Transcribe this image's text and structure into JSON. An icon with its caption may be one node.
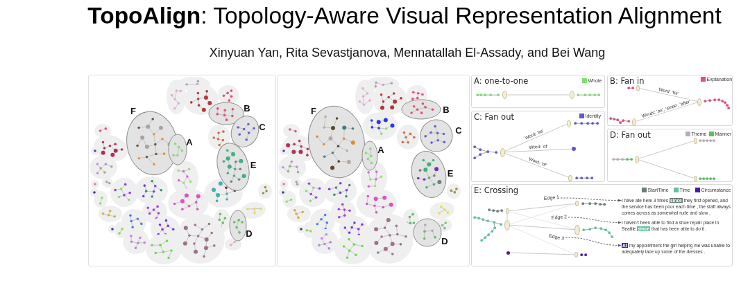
{
  "diagram": {
    "title": "**TopoAlign**: Topology-Aware Visual Representation Alignment",
    "nodes": [
      {
        "text": [
          "A: one-to-one"
        ]
      },
      {
        "text": [],
        "shape": "ellipse",
        "in": 0
      },
      {
        "text": [],
        "shape": "ellipse",
        "in": 0
      },
      {
        "text": [
          "B: Fan in"
        ]
      },
      {
        "text": [],
        "shape": "ellipse",
        "in": 3
      },
      {
        "text": [],
        "shape": "ellipse",
        "in": 3
      },
      {
        "text": [],
        "shape": "ellipse",
        "in": 3
      },
      {
        "text": [
          "C: Fan out"
        ]
      },
      {
        "text": [],
        "shape": "ellipse",
        "in": 7
      },
      {
        "text": [],
        "shape": "ellipse",
        "in": 7
      },
      {
        "text": [],
        "shape": "circle",
        "in": 7
      },
      {
        "text": [],
        "shape": "ellipse",
        "in": 7
      },
      {
        "text": [
          "D: Fan out"
        ]
      },
      {
        "text": [],
        "shape": "ellipse",
        "in": 12
      },
      {
        "text": [],
        "shape": "ellipse",
        "in": 12
      },
      {
        "text": [],
        "shape": "ellipse",
        "in": 12
      },
      {
        "text": [
          "E: Crossing"
        ]
      },
      {
        "text": [],
        "shape": "ellipse",
        "in": 16
      },
      {
        "text": [],
        "shape": "ellipse",
        "in": 16
      },
      {
        "text": [],
        "shape": "ellipse",
        "in": 16
      },
      {
        "text": [],
        "shape": "ellipse",
        "in": 16
      },
      {
        "text": [],
        "shape": "circle",
        "in": 16
      },
      {
        "text": [],
        "shape": "ellipse",
        "in": 16
      },
      {
        "text": [
          "Edge 1"
        ],
        "in": 16
      },
      {
        "text": [
          "Edge 2"
        ],
        "in": 16
      },
      {
        "text": [
          "Edge 3"
        ],
        "in": 16
      },
      {
        "text": [
          "I have ate here 3 times **since** they first opened, and the service has been poor each time , the staff always comes across as somewhat rude and slow ."
        ],
        "in": 16
      },
      {
        "text": [
          "I haven't been able to find a shoe repair place in Seattle **since** that has been able to do it ."
        ],
        "in": 16
      },
      {
        "text": [
          "**At** my appointment the girl helping me was unable to adequately lace up some of the dresses ."
        ],
        "in": 16
      }
    ],
    "edges": [
      {
        "from": 1,
        "to": 2,
        "arrow": "none"
      },
      {
        "from": 4,
        "to": 6,
        "arrow": "none",
        "label": "Word: 'for'"
      },
      {
        "from": 5,
        "to": 6,
        "arrow": "none",
        "label": "Words: 'as', 'since', 'after'"
      },
      {
        "from": 8,
        "to": 9,
        "arrow": "none",
        "label": "Word: 'as'"
      },
      {
        "from": 8,
        "to": 10,
        "arrow": "none",
        "label": "Word: 'of'"
      },
      {
        "from": 8,
        "to": 11,
        "arrow": "none",
        "label": "Word: 'of'"
      },
      {
        "from": 13,
        "to": 14,
        "arrow": "none"
      },
      {
        "from": 13,
        "to": 15,
        "arrow": "none"
      },
      {
        "from": 17,
        "to": 18,
        "arrow": "none"
      },
      {
        "from": 17,
        "to": 19,
        "arrow": "none"
      },
      {
        "from": 17,
        "to": 20,
        "arrow": "none",
        "color": "#e4e4e4"
      },
      {
        "from": 18,
        "to": 19,
        "arrow": "none",
        "color": "#e4e4e4"
      },
      {
        "from": 18,
        "to": 20,
        "arrow": "none"
      },
      {
        "from": 18,
        "to": 22,
        "arrow": "none",
        "color": "#e4e4e4"
      },
      {
        "from": 21,
        "to": 22,
        "arrow": "none"
      },
      {
        "from": 23,
        "to": 26,
        "arrow": "to",
        "style": "dashed",
        "color": "#555555"
      },
      {
        "from": 24,
        "to": 27,
        "arrow": "to",
        "style": "dashed",
        "color": "#555555"
      },
      {
        "from": 25,
        "to": 28,
        "arrow": "to",
        "style": "dashed",
        "color": "#555555"
      }
    ],
    "labels": [
      "Xinyuan Yan, Rita Sevastjanova, Mennatallah El-Assady, and Bei Wang",
      "B",
      "F",
      "C",
      "A",
      "E",
      "D",
      "B",
      "F",
      "C",
      "A",
      "E",
      "D"
    ],
    "legend": [
      {
        "text": "Whole",
        "color": "#7ee070"
      },
      {
        "text": "Explanation",
        "color": "#e0507a"
      },
      {
        "text": "Identity",
        "color": "#5b5bcf"
      },
      {
        "text": "Theme",
        "color": "#bfaab8"
      },
      {
        "text": "Manner",
        "color": "#5cbf5c"
      },
      {
        "text": "StartTime",
        "color": "#6b7f77"
      },
      {
        "text": "Time",
        "color": "#5ec49a"
      },
      {
        "text": "Circumstance",
        "color": "#4b1a9e"
      }
    ]
  }
}
